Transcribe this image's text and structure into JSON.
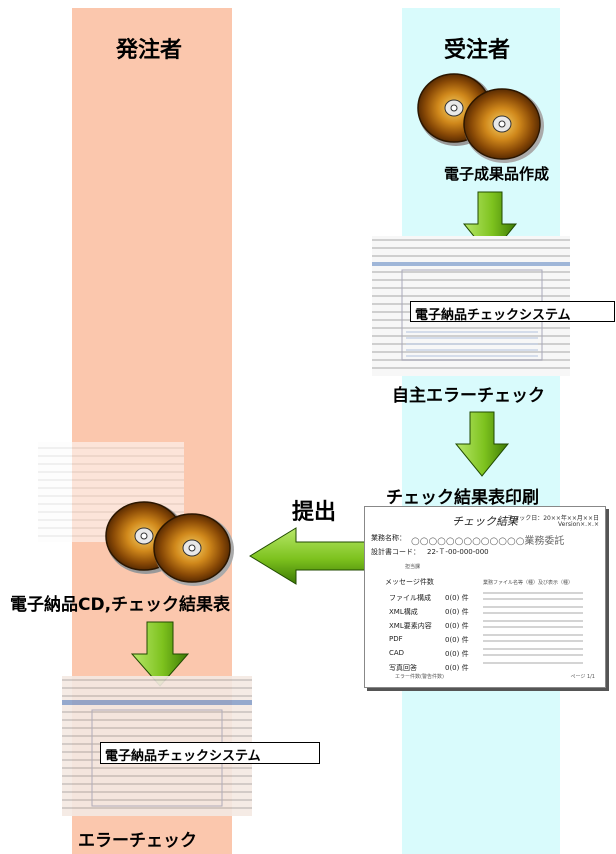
{
  "columns": {
    "orderer": {
      "title": "発注者",
      "color": "#fbc7ad"
    },
    "contractor": {
      "title": "受注者",
      "color": "#d9fbfc"
    }
  },
  "labels": {
    "create": "電子成果品作成",
    "self_check": "自主エラーチェック",
    "print": "チェック結果表印刷",
    "submit": "提出",
    "deliverables": "電子納品CD,チェック結果表",
    "error_check": "エラーチェック"
  },
  "system_name": "電子納品チェックシステム",
  "report": {
    "title": "チェック結果",
    "date": "チェック日：20××年××月××日",
    "version": "Version×.×.×",
    "task_name_label": "業務名称：",
    "task_name": "○○○○○○○○○○○○○業務委託",
    "design_code_label": "設計書コード：",
    "design_code": "22-Ｔ-00-000-000",
    "office_label": "担当課",
    "message_heading": "メッセージ件数",
    "detail_heading": "業務ファイル名等（種）及び表示（種）",
    "rows": [
      {
        "label": "ファイル構成",
        "value": "0(0) 件"
      },
      {
        "label": "XML構成",
        "value": "0(0) 件"
      },
      {
        "label": "XML要素内容",
        "value": "0(0) 件"
      },
      {
        "label": "PDF",
        "value": "0(0) 件"
      },
      {
        "label": "CAD",
        "value": "0(0) 件"
      },
      {
        "label": "写真回答",
        "value": "0(0) 件"
      }
    ],
    "footer_left": "エラー件数(警告件数)",
    "page": "ページ 1/1"
  },
  "colors": {
    "arrow_green": "#7dc21e",
    "arrow_dark": "#3d7a05"
  }
}
